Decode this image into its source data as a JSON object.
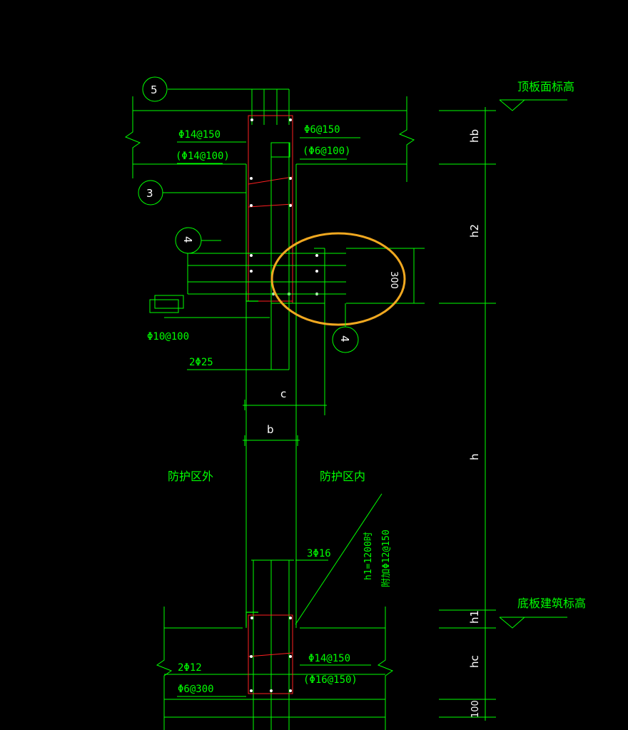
{
  "labels": {
    "axis5": "5",
    "axis3": "3",
    "axis4a": "4",
    "axis4b": "4",
    "top_rebar_1": "Φ14@150",
    "top_rebar_1b": "(Φ14@100)",
    "top_stirrup": "Φ6@150",
    "top_stirrup_b": "(Φ6@100)",
    "left_bar": "Φ10@100",
    "main_bar": "2Φ25",
    "dim_c": "c",
    "dim_b": "b",
    "dim_300": "300",
    "outside": "防护区外",
    "inside": "防护区内",
    "bar_3phi16": "3Φ16",
    "vertical_note_1": "h1=1200时",
    "vertical_note_2": "附加Φ12@150",
    "bottom_bar_1": "Φ14@150",
    "bottom_bar_1b": "(Φ16@150)",
    "bottom_2phi12": "2Φ12",
    "bottom_phi6": "Φ6@300",
    "top_elev": "顶板面标高",
    "bottom_elev": "底板建筑标高",
    "dim_hb": "hb",
    "dim_h2": "h2",
    "dim_h": "h",
    "dim_h1": "h1",
    "dim_hc": "hc",
    "dim_100": "100"
  },
  "colors": {
    "line": "#00ff00",
    "rebar": "#ff2020",
    "highlight": "#f0a820",
    "background": "#000000"
  }
}
